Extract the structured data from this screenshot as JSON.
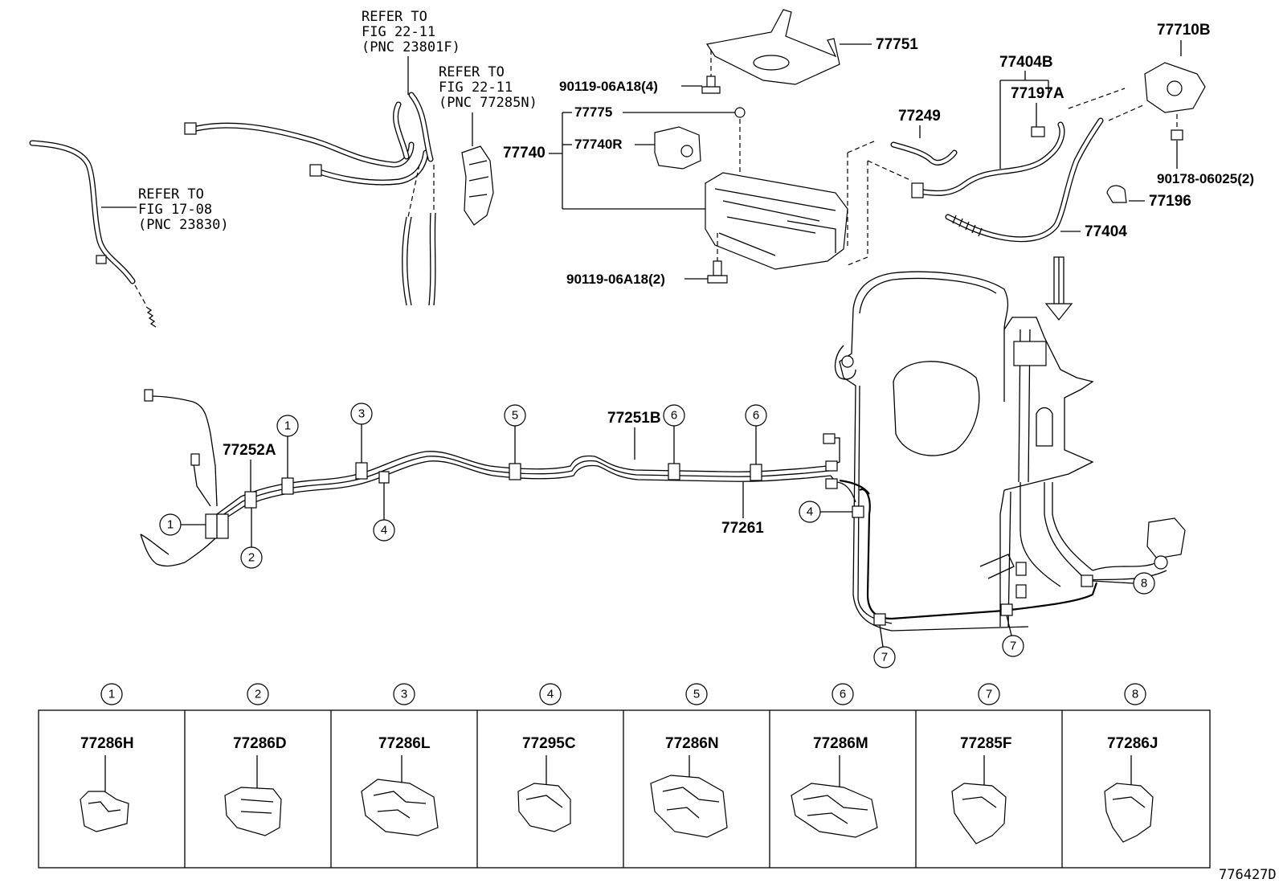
{
  "references": {
    "ref1": [
      "REFER TO",
      "FIG 22-11",
      "(PNC 23801F)"
    ],
    "ref2": [
      "REFER TO",
      "FIG 22-11",
      "(PNC 77285N)"
    ],
    "ref3": [
      "REFER TO",
      "FIG 17-08",
      "(PNC 23830)"
    ]
  },
  "parts": {
    "p77751": "77751",
    "p90119_4": "90119-06A18(4)",
    "p77775": "77775",
    "p77740": "77740",
    "p77740R": "77740R",
    "p90119_2": "90119-06A18(2)",
    "p77249": "77249",
    "p77404B": "77404B",
    "p77197A": "77197A",
    "p77710B": "77710B",
    "p90178": "90178-06025(2)",
    "p77196": "77196",
    "p77404": "77404",
    "p77252A": "77252A",
    "p77251B": "77251B",
    "p77261": "77261"
  },
  "callouts": [
    "1",
    "2",
    "3",
    "4",
    "5",
    "6",
    "7",
    "8"
  ],
  "legend": [
    {
      "num": "1",
      "part": "77286H"
    },
    {
      "num": "2",
      "part": "77286D"
    },
    {
      "num": "3",
      "part": "77286L"
    },
    {
      "num": "4",
      "part": "77295C"
    },
    {
      "num": "5",
      "part": "77286N"
    },
    {
      "num": "6",
      "part": "77286M"
    },
    {
      "num": "7",
      "part": "77285F"
    },
    {
      "num": "8",
      "part": "77286J"
    }
  ],
  "diagram_id": "776427D"
}
